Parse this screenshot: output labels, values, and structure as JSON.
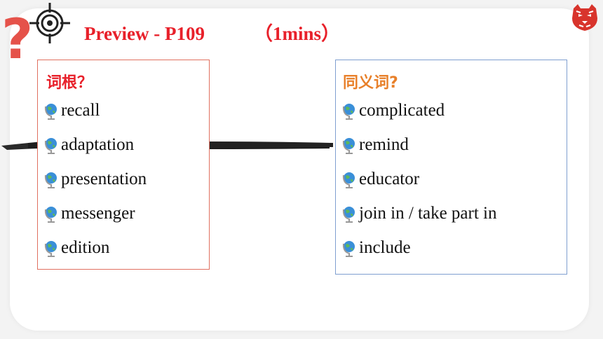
{
  "slide": {
    "title": "Preview - P109",
    "duration": "（1mins）"
  },
  "roots_box": {
    "heading": "词根？",
    "items": [
      "recall",
      "adaptation",
      "presentation",
      "messenger",
      "edition"
    ]
  },
  "synonyms_box": {
    "heading": "同义词?",
    "items": [
      "complicated",
      "remind",
      "educator",
      "join in / take part in",
      "include"
    ]
  },
  "colors": {
    "title": "#e8202a",
    "roots_heading": "#e8202a",
    "synonyms_heading": "#e8802a",
    "roots_border": "#e07060",
    "synonyms_border": "#7f9fd0"
  },
  "icons": [
    "question-mark-icon",
    "crosshair-target-icon",
    "tiger-logo-icon",
    "globe-bullet-icon"
  ]
}
